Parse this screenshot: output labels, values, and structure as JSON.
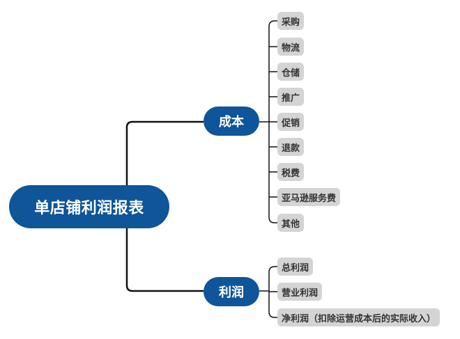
{
  "root": {
    "label": "单店铺利润报表"
  },
  "branches": {
    "cost": {
      "label": "成本",
      "items": [
        "采购",
        "物流",
        "仓储",
        "推广",
        "促销",
        "退款",
        "税费",
        "亚马逊服务费",
        "其他"
      ]
    },
    "profit": {
      "label": "利润",
      "items": [
        "总利润",
        "营业利润",
        "净利润（扣除运营成本后的实际收入）"
      ]
    }
  },
  "colors": {
    "node_fill": "#0f5599",
    "leaf_fill": "#d4d4d4",
    "line": "#111111"
  }
}
